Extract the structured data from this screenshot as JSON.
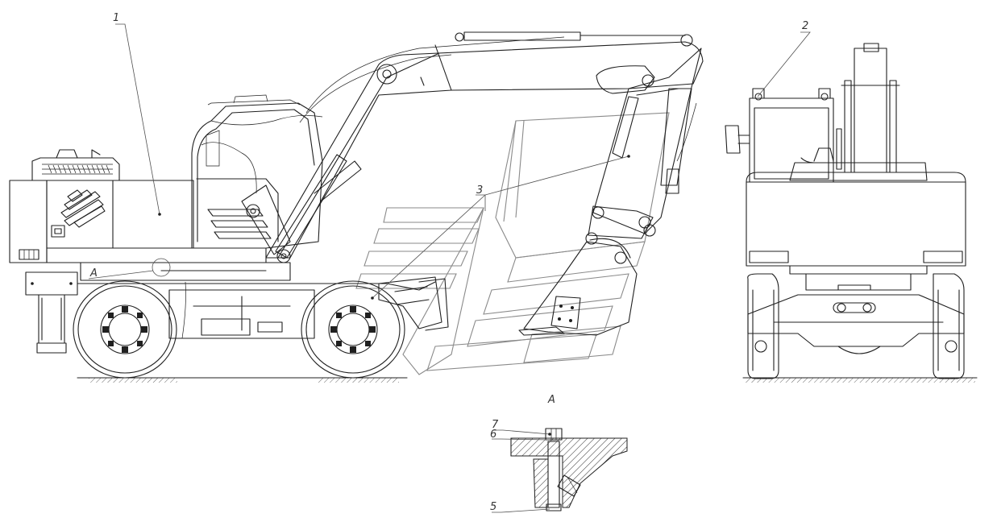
{
  "callouts": {
    "c1": "1",
    "c2": "2",
    "c3": "3",
    "c5": "5",
    "c6": "6",
    "c7": "7"
  },
  "view_labels": {
    "view_a_marker": "A",
    "view_a_title": "A"
  },
  "colors": {
    "line": "#202020",
    "watermark": "#8a8a8a",
    "background": "#ffffff"
  }
}
